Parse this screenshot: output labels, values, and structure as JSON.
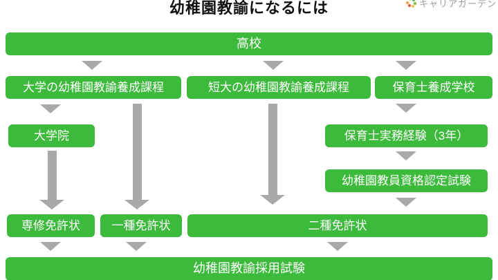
{
  "title": "幼稚園教諭になるには",
  "logo": {
    "text": "キャリアガーデン",
    "icon": "colorful-dots-logo"
  },
  "colors": {
    "box_green": "#3cba3c",
    "arrow_gray": "#a9a9a9",
    "title_black": "#111111",
    "logo_gray": "#9b9b9b"
  },
  "icons": {
    "arrow_down_icon": "solid gray triangle pointing down (css shape)"
  },
  "nodes": {
    "highschool": "高校",
    "univ_course": "大学の幼稚園教諭養成課程",
    "jc_course": "短大の幼稚園教諭養成課程",
    "childcare_school": "保育士養成学校",
    "grad_school": "大学院",
    "work_experience": "保育士実務経験（3年）",
    "certification_exam": "幼稚園教員資格認定試験",
    "license_advanced": "専修免許状",
    "license_type1": "一種免許状",
    "license_type2": "二種免許状",
    "hiring_exam": "幼稚園教諭採用試験"
  }
}
